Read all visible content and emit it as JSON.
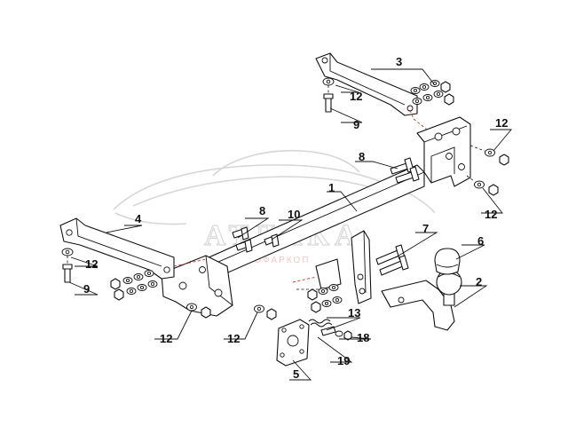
{
  "watermark": {
    "brand": "АВТОФАРКОП",
    "colors": {
      "outline": "#d6d6d6",
      "accent": "#f2c9c9"
    }
  },
  "colors": {
    "line": "#111111",
    "dashed_outline": "#c0392b",
    "background": "#ffffff"
  },
  "callouts": {
    "c1": "1",
    "c2": "2",
    "c3": "3",
    "c4": "4",
    "c5": "5",
    "c6": "6",
    "c7": "7",
    "c8a": "8",
    "c8b": "8",
    "c9a": "9",
    "c9b": "9",
    "c10": "10",
    "c12a": "12",
    "c12b": "12",
    "c12c": "12",
    "c12d": "12",
    "c12e": "12",
    "c12f": "12",
    "c13": "13",
    "c18": "18",
    "c19": "19"
  }
}
